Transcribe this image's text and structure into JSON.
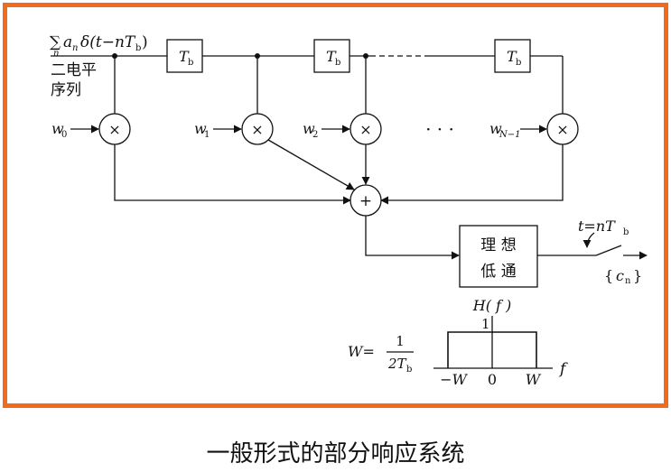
{
  "input": {
    "sum_sym": "∑",
    "sum_sub": "n",
    "a": "a",
    "a_sub": "n",
    "delta": "δ(t−nT",
    "delta_sub": "b",
    "close": ")",
    "label_line1": "二电平",
    "label_line2": "序列"
  },
  "delays": [
    {
      "name": "T",
      "sub": "b"
    },
    {
      "name": "T",
      "sub": "b"
    },
    {
      "name": "T",
      "sub": "b"
    }
  ],
  "weights": [
    {
      "name": "w",
      "sub": "0"
    },
    {
      "name": "w",
      "sub": "1"
    },
    {
      "name": "w",
      "sub": "2"
    },
    {
      "name": "w",
      "sub": "N−1"
    }
  ],
  "operators": {
    "multiply": "×",
    "add": "+",
    "ellipsis": "· · ·"
  },
  "filter": {
    "line1": "理  想",
    "line2": "低  通"
  },
  "sampler": {
    "label": "t=nT",
    "label_sub": "b",
    "output_open": "{",
    "output_c": "c",
    "output_sub": "n",
    "output_close": "}"
  },
  "freq": {
    "title": "H( f )",
    "level": "1",
    "w_lhs": "W=",
    "w_num": "1",
    "w_den": "2T",
    "w_den_sub": "b",
    "ticks": [
      "−W",
      "0",
      "W"
    ],
    "axis": "f"
  },
  "caption": "一般形式的部分响应系统"
}
